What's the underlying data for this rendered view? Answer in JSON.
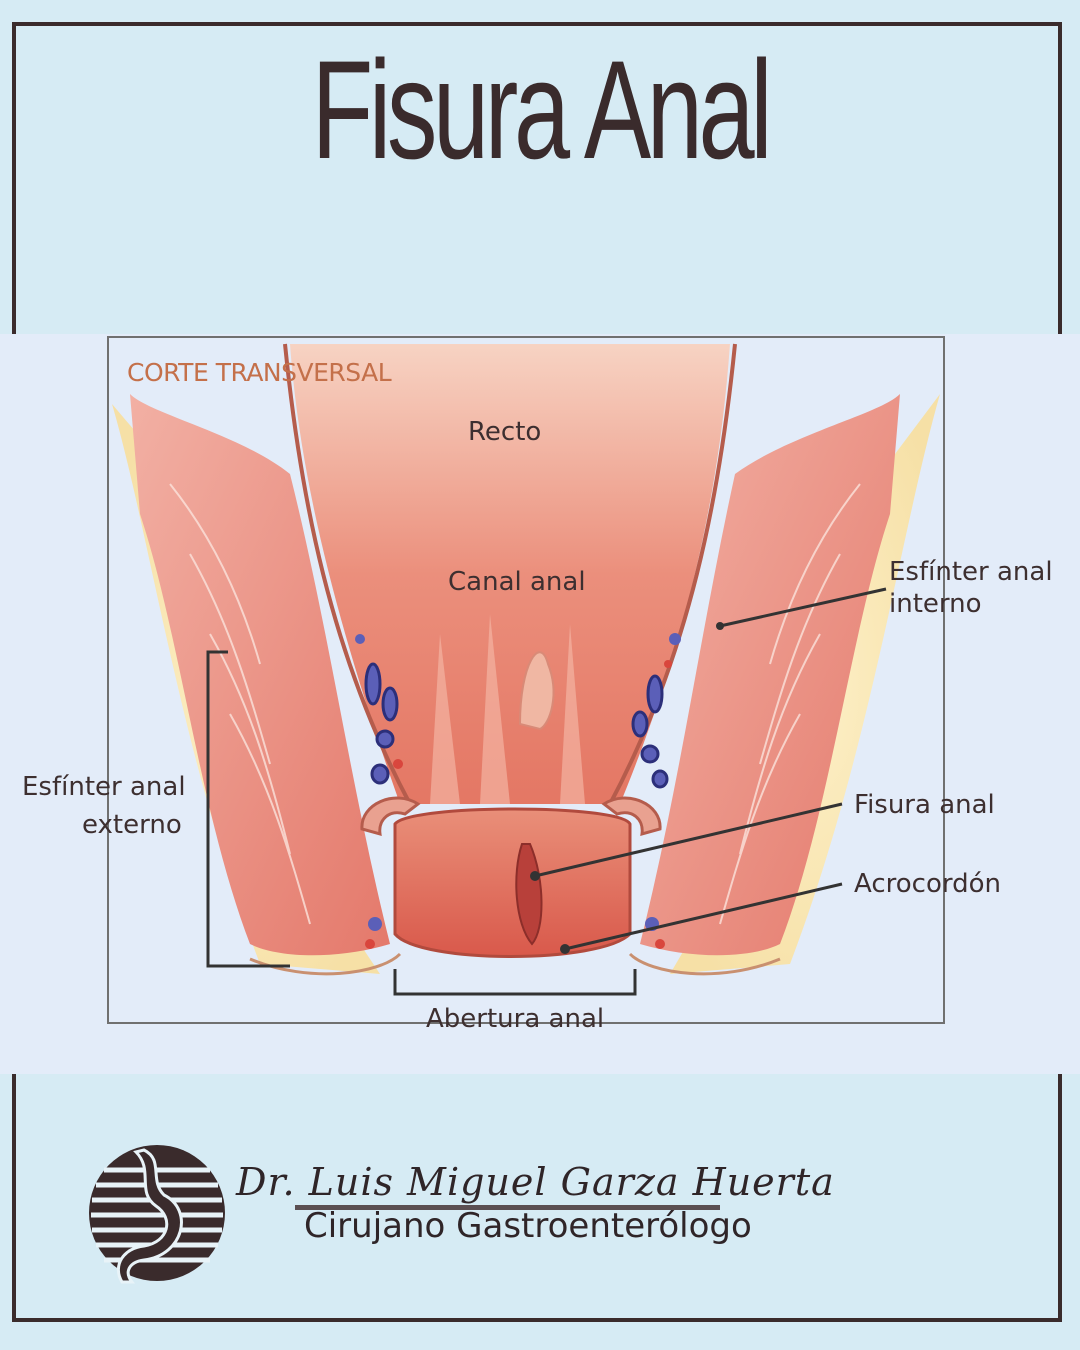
{
  "title": "Fisura Anal",
  "diagram": {
    "section_label": "CORTE TRANSVERSAL",
    "labels": {
      "recto": "Recto",
      "canal_anal": "Canal anal",
      "esfinter_interno_line1": "Esfínter anal",
      "esfinter_interno_line2": "interno",
      "esfinter_externo_line1": "Esfínter anal",
      "esfinter_externo_line2": "externo",
      "fisura_anal": "Fisura anal",
      "acrocordon": "Acrocordón",
      "abertura_anal": "Abertura anal"
    }
  },
  "footer": {
    "doctor_name": "Dr. Luis Miguel Garza Huerta",
    "specialty": "Cirujano Gastroenterólogo",
    "logo_icon": "stomach-logo-icon"
  },
  "colors": {
    "background": "#d6ebf4",
    "frame": "#3a2b2c",
    "panel": "#e3ecf9",
    "section_label": "#c4704a"
  }
}
